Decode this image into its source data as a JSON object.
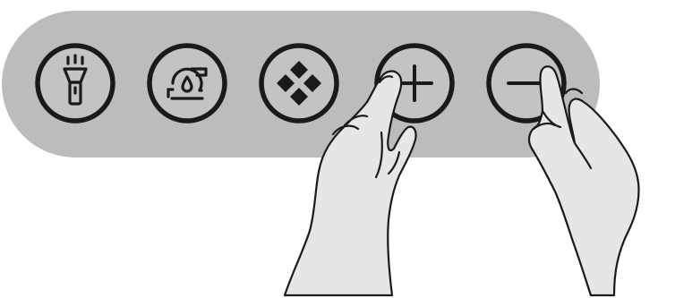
{
  "colors": {
    "panel": "#bcbcbe",
    "button_fill": "#c3c3c5",
    "outline": "#1a1a1a",
    "hand_fill": "#e6e6e6",
    "hand_stroke": "#1a1a1a"
  },
  "panel": {
    "buttons": [
      {
        "name": "light-button",
        "icon": "flashlight-icon"
      },
      {
        "name": "ventilation-button",
        "icon": "fan-blower-icon"
      },
      {
        "name": "mode-button",
        "icon": "four-diamonds-icon"
      },
      {
        "name": "increase-button",
        "icon": "plus-icon"
      },
      {
        "name": "decrease-button",
        "icon": "minus-icon"
      }
    ]
  },
  "hands": [
    {
      "name": "left-hand",
      "presses": "increase-button"
    },
    {
      "name": "right-hand",
      "presses": "decrease-button"
    }
  ]
}
